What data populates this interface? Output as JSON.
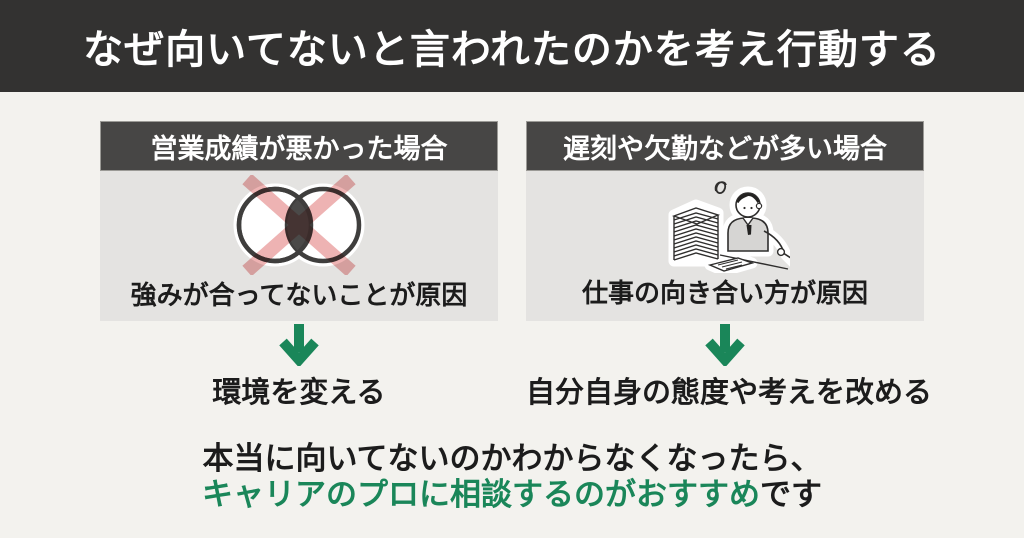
{
  "page": {
    "background": "#f3f2ee",
    "bar_color": "#333231",
    "box_header_color": "#474645",
    "box_body_color": "#e4e3e1",
    "accent_green": "#1a8659",
    "cross_pink": "#eeb3b3"
  },
  "header": {
    "title": "なぜ向いてないと言われたのかを考え行動する"
  },
  "columns": [
    {
      "header": "営業成績が悪かった場合",
      "illustration": "venn-mismatch-cross",
      "cause": "強みが合ってないことが原因",
      "action": "環境を変える"
    },
    {
      "header": "遅刻や欠勤などが多い場合",
      "illustration": "overworked-office-worker",
      "cause": "仕事の向き合い方が原因",
      "action": "自分自身の態度や考えを改める"
    }
  ],
  "footer": {
    "line1": "本当に向いてないのかわからなくなったら、",
    "line2_highlight": "キャリアのプロに相談するのがおすすめ",
    "line2_rest": "です"
  }
}
